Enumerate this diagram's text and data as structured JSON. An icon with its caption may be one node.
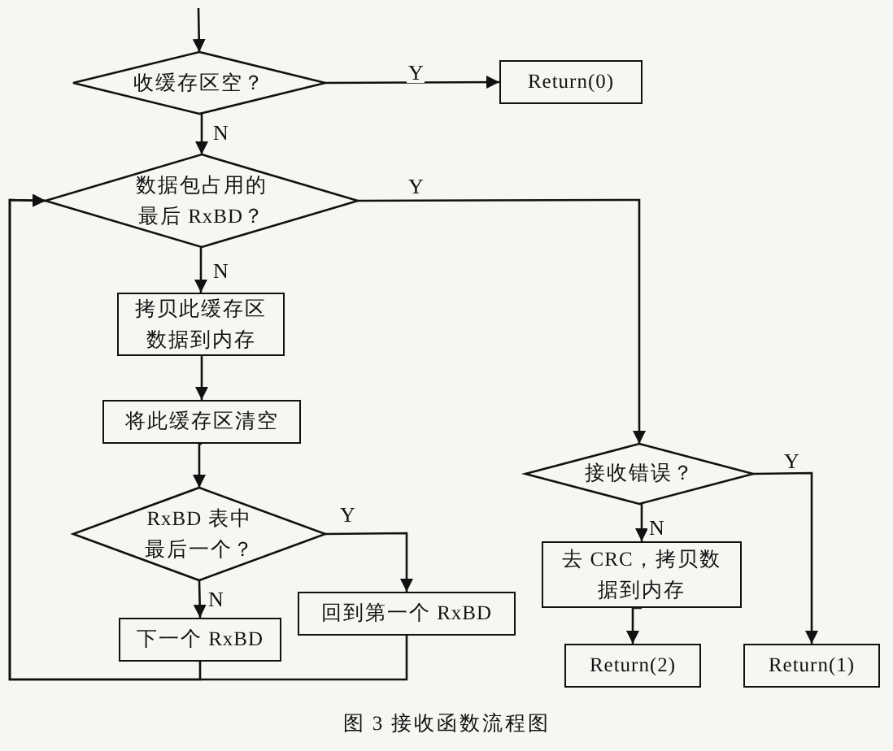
{
  "diagram": {
    "caption": "图 3 接收函数流程图",
    "nodes": [
      {
        "text": [
          "收缓存区空？"
        ]
      },
      {
        "text": [
          "Return(0)"
        ]
      },
      {
        "text": [
          "数据包占用的最后 RxBD？"
        ]
      },
      {
        "text": [
          "拷贝此缓存区数据到内存"
        ]
      },
      {
        "text": [
          "将此缓存区清空"
        ]
      },
      {
        "text": [
          "RxBD 表中最后一个？"
        ]
      },
      {
        "text": [
          "下一个 RxBD"
        ]
      },
      {
        "text": [
          "回到第一个 RxBD"
        ]
      },
      {
        "text": [
          "接收错误？"
        ]
      },
      {
        "text": [
          "去 CRC，拷贝数据到内存"
        ]
      },
      {
        "text": [
          "Return(2)"
        ]
      },
      {
        "text": [
          "Return(1)"
        ]
      }
    ],
    "edges": [
      {
        "from": null,
        "to": 0,
        "arrow": "to"
      },
      {
        "from": 0,
        "to": 1,
        "arrow": "to",
        "label": "Y"
      },
      {
        "from": 0,
        "to": 2,
        "arrow": "to",
        "label": "N"
      },
      {
        "from": 2,
        "to": 8,
        "arrow": "to",
        "label": "Y"
      },
      {
        "from": 2,
        "to": 3,
        "arrow": "to",
        "label": "N"
      },
      {
        "from": 3,
        "to": 4,
        "arrow": "to"
      },
      {
        "from": 4,
        "to": 5,
        "arrow": "to"
      },
      {
        "from": 5,
        "to": 6,
        "arrow": "to",
        "label": "N"
      },
      {
        "from": 5,
        "to": 7,
        "arrow": "to",
        "label": "Y"
      },
      {
        "from": 6,
        "to": 2,
        "arrow": "to"
      },
      {
        "from": 7,
        "to": 2,
        "arrow": "to"
      },
      {
        "from": 8,
        "to": 9,
        "arrow": "to",
        "label": "N"
      },
      {
        "from": 8,
        "to": 11,
        "arrow": "to",
        "label": "Y"
      },
      {
        "from": 9,
        "to": 10,
        "arrow": "to"
      }
    ]
  }
}
